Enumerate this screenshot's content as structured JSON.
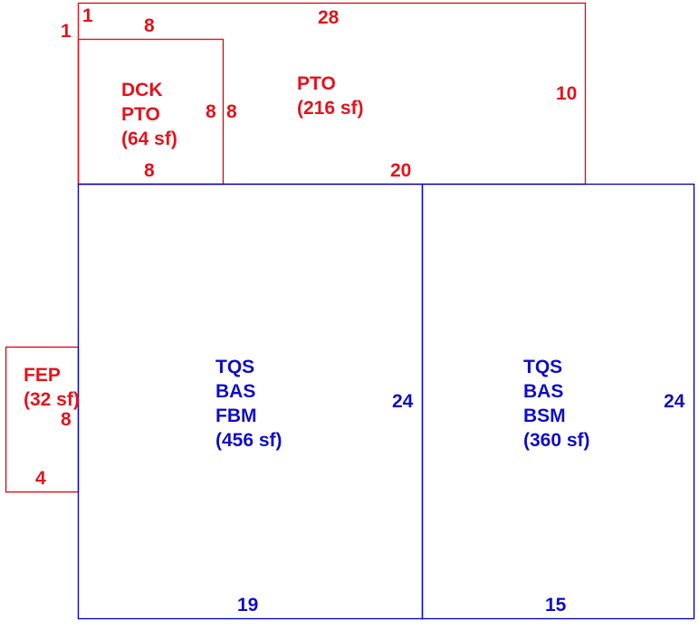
{
  "colors": {
    "red": "#e8141e",
    "blue": "#1010cc"
  },
  "areas": {
    "pto_main": {
      "lines": [
        "PTO",
        "(216 sf)"
      ],
      "color": "red"
    },
    "dck_pto": {
      "lines": [
        "DCK",
        "PTO",
        "(64 sf)"
      ],
      "color": "red"
    },
    "fep": {
      "lines": [
        "FEP",
        "(32 sf)"
      ],
      "color": "red"
    },
    "fbm": {
      "lines": [
        "TQS",
        "BAS",
        "FBM",
        "(456 sf)"
      ],
      "color": "blue"
    },
    "bsm": {
      "lines": [
        "TQS",
        "BAS",
        "BSM",
        "(360 sf)"
      ],
      "color": "blue"
    }
  },
  "dimensions": {
    "pto_top_left_offset": "1",
    "pto_top_left_side": "1",
    "pto_top": "28",
    "pto_right": "10",
    "pto_bottom": "20",
    "dck_top": "8",
    "dck_right_inner": "8",
    "dck_right_outer": "8",
    "dck_bottom": "8",
    "fep_right": "8",
    "fep_bottom": "4",
    "fbm_right": "24",
    "fbm_bottom": "19",
    "bsm_right": "24",
    "bsm_bottom": "15"
  }
}
